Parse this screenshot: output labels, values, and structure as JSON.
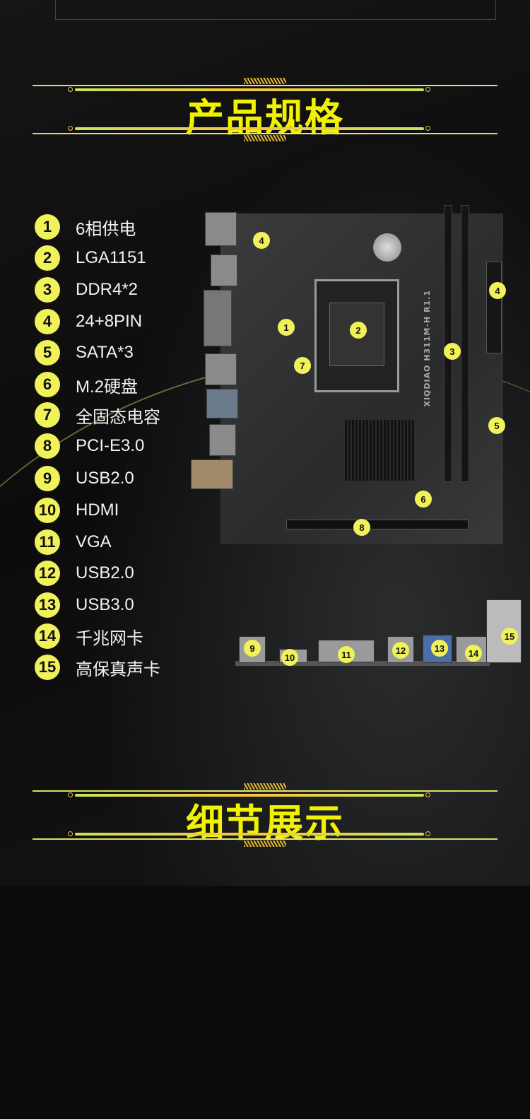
{
  "headers": {
    "specs_title": "产品规格",
    "details_title": "细节展示"
  },
  "specs": [
    {
      "num": "1",
      "label": "6相供电"
    },
    {
      "num": "2",
      "label": "LGA1151"
    },
    {
      "num": "3",
      "label": "DDR4*2"
    },
    {
      "num": "4",
      "label": "24+8PIN"
    },
    {
      "num": "5",
      "label": "SATA*3"
    },
    {
      "num": "6",
      "label": "M.2硬盘"
    },
    {
      "num": "7",
      "label": "全固态电容"
    },
    {
      "num": "8",
      "label": "PCI-E3.0"
    },
    {
      "num": "9",
      "label": "USB2.0"
    },
    {
      "num": "10",
      "label": "HDMI"
    },
    {
      "num": "11",
      "label": "VGA"
    },
    {
      "num": "12",
      "label": "USB2.0"
    },
    {
      "num": "13",
      "label": "USB3.0"
    },
    {
      "num": "14",
      "label": "千兆网卡"
    },
    {
      "num": "15",
      "label": "高保真声卡"
    }
  ],
  "board": {
    "model_label": "XIQDIAO H311M-H R1.1",
    "badges": [
      "1",
      "2",
      "3",
      "4",
      "4",
      "5",
      "6",
      "7",
      "8",
      "9",
      "10",
      "11",
      "12",
      "13",
      "14",
      "15"
    ]
  },
  "colors": {
    "accent": "#f2f200",
    "badge": "#f1f15a"
  }
}
